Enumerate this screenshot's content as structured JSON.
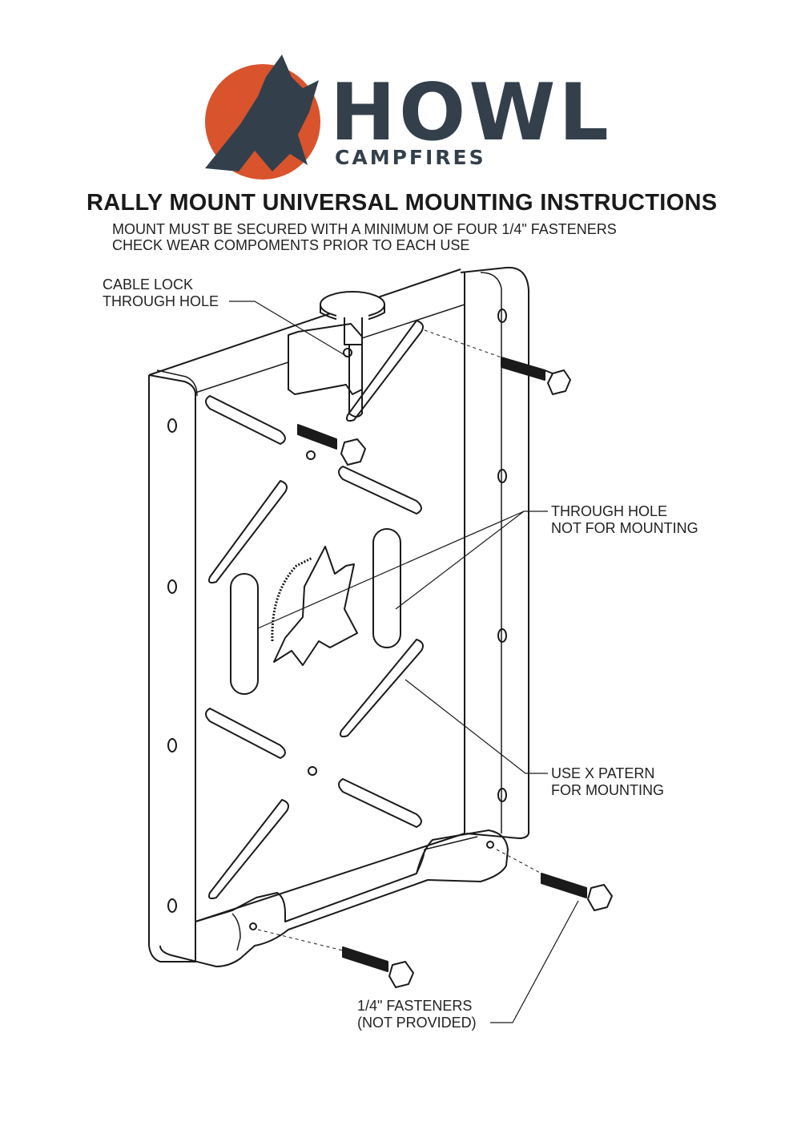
{
  "logo": {
    "brand": "HOWL",
    "sub": "CAMPFIRES",
    "colors": {
      "sun": "#d9532c",
      "dark": "#33404c"
    }
  },
  "title": "RALLY MOUNT UNIVERSAL MOUNTING INSTRUCTIONS",
  "subtitle_lines": [
    "MOUNT MUST BE SECURED WITH A MINIMUM OF FOUR 1/4\" FASTENERS",
    "CHECK WEAR COMPOMENTS PRIOR TO EACH USE"
  ],
  "callouts": {
    "cable_lock": [
      "CABLE LOCK",
      "THROUGH HOLE"
    ],
    "through_hole": [
      "THROUGH HOLE",
      "NOT FOR MOUNTING"
    ],
    "x_pattern": [
      "USE X PATERN",
      "FOR MOUNTING"
    ],
    "fasteners": [
      "1/4\" FASTENERS",
      "(NOT PROVIDED)"
    ]
  }
}
